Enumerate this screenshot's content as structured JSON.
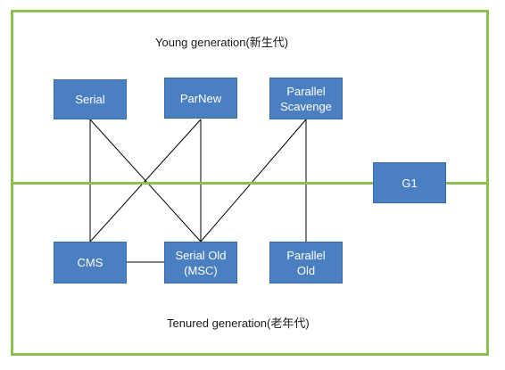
{
  "diagram": {
    "young_label": "Young generation(新生代)",
    "tenured_label": "Tenured generation(老年代)",
    "collectors": {
      "serial": "Serial",
      "parnew": "ParNew",
      "parallel_scavenge": "Parallel\nScavenge",
      "cms": "CMS",
      "serial_old": "Serial Old\n(MSC)",
      "parallel_old": "Parallel\nOld",
      "g1": "G1"
    },
    "colors": {
      "box_fill": "#4a7fc1",
      "frame_green": "#8cc152",
      "connector": "#000000"
    }
  }
}
